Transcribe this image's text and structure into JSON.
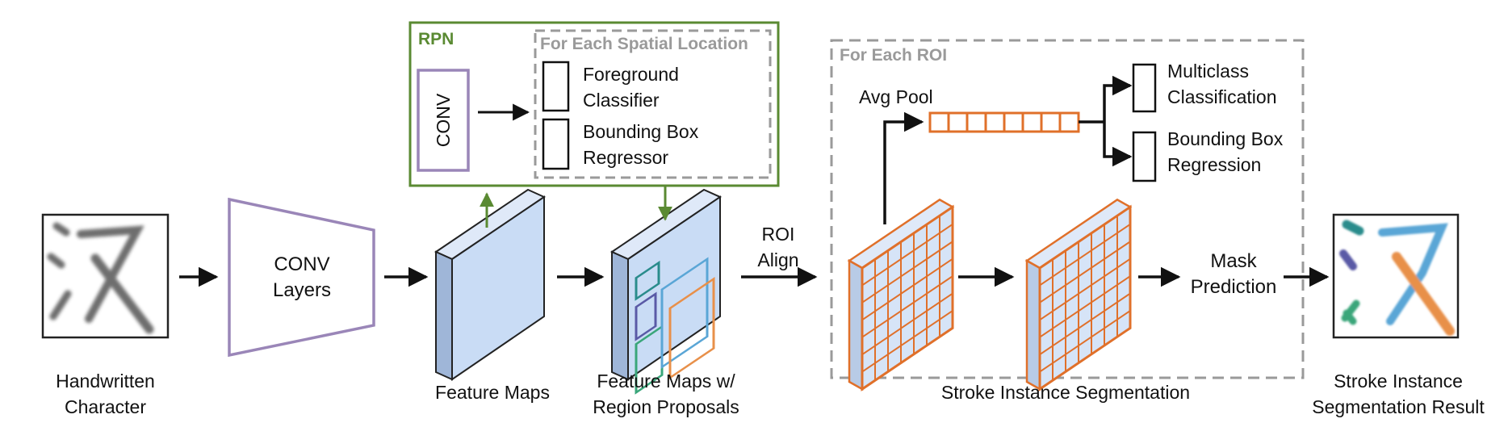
{
  "colors": {
    "green": "#5a8a32",
    "purple": "#9a86b8",
    "orange": "#e0702a",
    "blue_face": "#c9dcf5",
    "dashed_gray": "#9a9a9a",
    "stroke_blue": "#5aa6d6",
    "stroke_orange": "#e8904a",
    "stroke_teal": "#2a8c8c",
    "stroke_purple": "#5a5aa6",
    "stroke_green": "#3aa67a"
  },
  "input": {
    "label_line1": "Handwritten",
    "label_line2": "Character",
    "glyph": "汉"
  },
  "conv_layers": {
    "line1": "CONV",
    "line2": "Layers"
  },
  "feature_maps": {
    "label": "Feature Maps"
  },
  "feature_maps_proposals": {
    "line1": "Feature Maps w/",
    "line2": "Region Proposals"
  },
  "rpn": {
    "title": "RPN",
    "conv": "CONV",
    "spatial_title": "For Each Spatial Location",
    "foreground_line1": "Foreground",
    "foreground_line2": "Classifier",
    "bbox_line1": "Bounding Box",
    "bbox_line2": "Regressor"
  },
  "roi_align": {
    "line1": "ROI",
    "line2": "Align"
  },
  "roi_box": {
    "title": "For Each ROI",
    "avg_pool": "Avg Pool",
    "multiclass_line1": "Multiclass",
    "multiclass_line2": "Classification",
    "bbox_line1": "Bounding Box",
    "bbox_line2": "Regression",
    "mask_line1": "Mask",
    "mask_line2": "Prediction",
    "caption": "Stroke Instance Segmentation"
  },
  "output": {
    "line1": "Stroke Instance",
    "line2": "Segmentation Result"
  }
}
